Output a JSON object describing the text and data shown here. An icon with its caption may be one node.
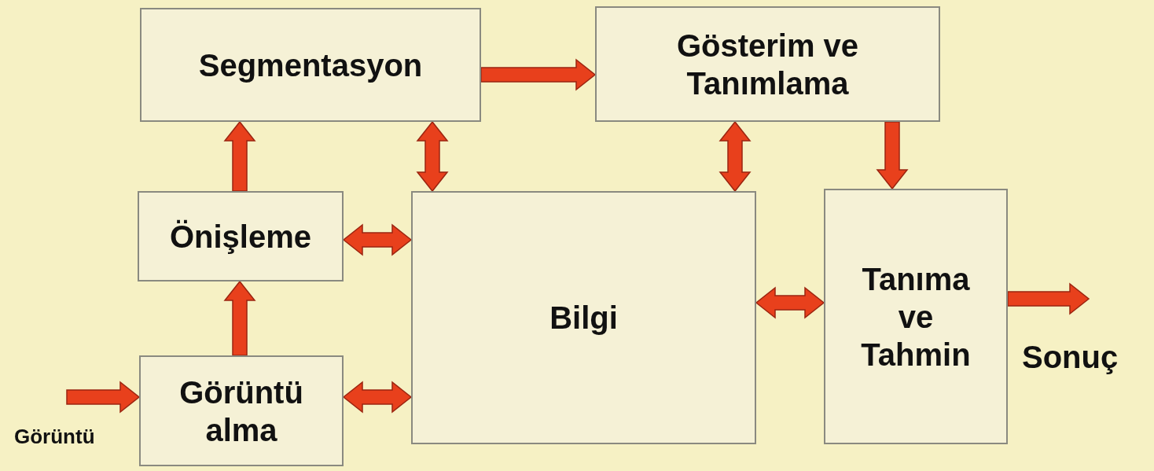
{
  "diagram": {
    "nodes": [
      {
        "text": [
          "Segmentasyon"
        ]
      },
      {
        "text": [
          "Gösterim ve Tanımlama"
        ]
      },
      {
        "text": [
          "Önişleme"
        ]
      },
      {
        "text": [
          "Bilgi"
        ]
      },
      {
        "text": [
          "Tanıma ve Tahmin"
        ]
      },
      {
        "text": [
          "Görüntü alma"
        ]
      }
    ],
    "edges": [
      {
        "from": 0,
        "to": 1,
        "arrow": "to"
      },
      {
        "from": 2,
        "to": 0,
        "arrow": "to"
      },
      {
        "from": 5,
        "to": 2,
        "arrow": "to"
      },
      {
        "from": 0,
        "to": 3,
        "arrow": "both"
      },
      {
        "from": 1,
        "to": 3,
        "arrow": "both"
      },
      {
        "from": 1,
        "to": 4,
        "arrow": "to"
      },
      {
        "from": 2,
        "to": 3,
        "arrow": "both"
      },
      {
        "from": 5,
        "to": 3,
        "arrow": "both"
      },
      {
        "from": 3,
        "to": 4,
        "arrow": "both"
      },
      {
        "from": null,
        "to": 5,
        "arrow": "to"
      },
      {
        "from": 4,
        "to": null,
        "arrow": "to"
      }
    ],
    "labels": [
      "Görüntü",
      "Sonuç"
    ]
  }
}
